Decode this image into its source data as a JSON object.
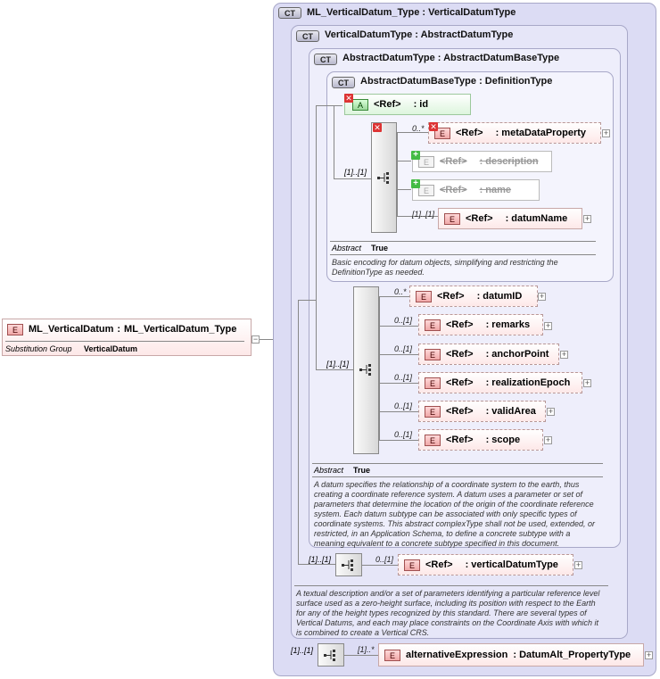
{
  "root": {
    "badge": "E",
    "name": "ML_VerticalDatum",
    "type": "ML_VerticalDatum_Type",
    "subst_label": "Substitution Group",
    "subst_value": "VerticalDatum"
  },
  "ct1": {
    "badge": "CT",
    "name": "ML_VerticalDatum_Type",
    "base": "VerticalDatumType"
  },
  "ct2": {
    "badge": "CT",
    "name": "VerticalDatumType",
    "base": "AbstractDatumType",
    "doc": [
      "A textual description and/or a set of parameters identifying a particular reference level",
      "surface used as a zero-height surface, including its position with respect to the Earth",
      "for any of the height types recognized by this standard. There are several types of",
      "Vertical Datums, and each may place constraints on the Coordinate Axis with which it",
      "is combined to create a Vertical CRS."
    ]
  },
  "ct3": {
    "badge": "CT",
    "name": "AbstractDatumType",
    "base": "AbstractDatumBaseType",
    "abstract_label": "Abstract",
    "abstract_value": "True",
    "doc": [
      "A datum specifies the relationship of a coordinate system to the earth, thus",
      "creating a coordinate reference system. A datum uses a parameter or set of",
      "parameters that determine the location of the origin of the coordinate reference",
      "system. Each datum subtype can be associated with only specific types of",
      "coordinate systems. This abstract complexType shall not be used, extended, or",
      "restricted, in an Application Schema, to define a concrete subtype with a",
      "meaning equivalent to a concrete subtype specified in this document."
    ]
  },
  "ct4": {
    "badge": "CT",
    "name": "AbstractDatumBaseType",
    "base": "DefinitionType",
    "abstract_label": "Abstract",
    "abstract_value": "True",
    "doc": [
      "Basic encoding for datum objects, simplifying and restricting the",
      "DefinitionType as needed."
    ]
  },
  "attr_id": {
    "badge": "A",
    "ref": "<Ref>",
    "name": ": id"
  },
  "base_elems": [
    {
      "card": "0..*",
      "ref": "<Ref>",
      "name": ": metaDataProperty"
    },
    {
      "card": "",
      "ref": "<Ref>",
      "name": ": description"
    },
    {
      "card": "",
      "ref": "<Ref>",
      "name": ": name"
    },
    {
      "card": "[1]..[1]",
      "ref": "<Ref>",
      "name": ": datumName"
    }
  ],
  "base_seq_card": "[1]..[1]",
  "datum_elems": [
    {
      "card": "0..*",
      "ref": "<Ref>",
      "name": ": datumID"
    },
    {
      "card": "0..[1]",
      "ref": "<Ref>",
      "name": ": remarks"
    },
    {
      "card": "0..[1]",
      "ref": "<Ref>",
      "name": ": anchorPoint"
    },
    {
      "card": "0..[1]",
      "ref": "<Ref>",
      "name": ": realizationEpoch"
    },
    {
      "card": "0..[1]",
      "ref": "<Ref>",
      "name": ": validArea"
    },
    {
      "card": "0..[1]",
      "ref": "<Ref>",
      "name": ": scope"
    }
  ],
  "datum_seq_card": "[1]..[1]",
  "vd_seq_card": "[1]..[1]",
  "vd_elem": {
    "card": "0..[1]",
    "ref": "<Ref>",
    "name": ": verticalDatumType"
  },
  "ml_seq_card": "[1]..[1]",
  "ml_elem": {
    "card": "[1]..*",
    "name": "alternativeExpression",
    "type": ": DatumAlt_PropertyType"
  },
  "icons": {
    "expand": "plus-icon",
    "sequence": "sequence-icon",
    "removed": "red-x-icon",
    "added": "green-plus-icon"
  }
}
